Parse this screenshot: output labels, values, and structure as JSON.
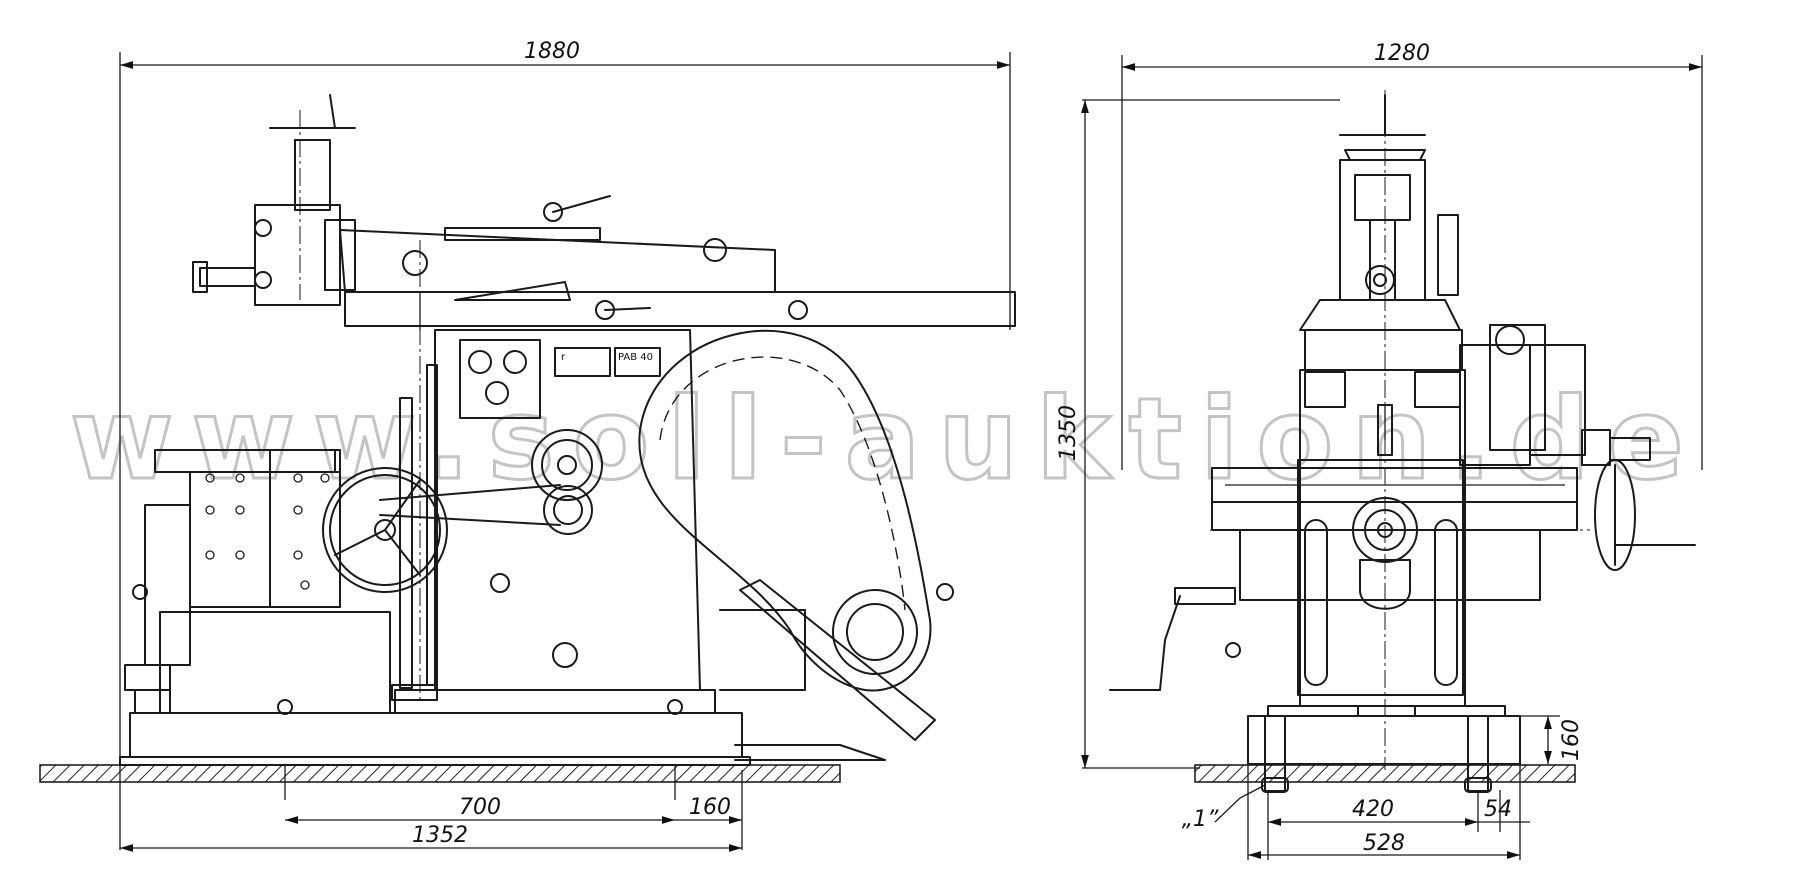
{
  "dimensions": {
    "overall_length": "1880",
    "overall_width": "1280",
    "overall_height": "1350",
    "bolt_spacing": "700",
    "bolt_to_base_end": "160",
    "base_length": "1352",
    "base_height": "160",
    "foot_inner_spacing": "420",
    "foot_outer_spacing": "528",
    "foot_offset": "54",
    "foundation_note": "„1”"
  },
  "watermark": "www.soll-auktion.de",
  "plates": {
    "left": "r",
    "right": "PAB 40"
  }
}
